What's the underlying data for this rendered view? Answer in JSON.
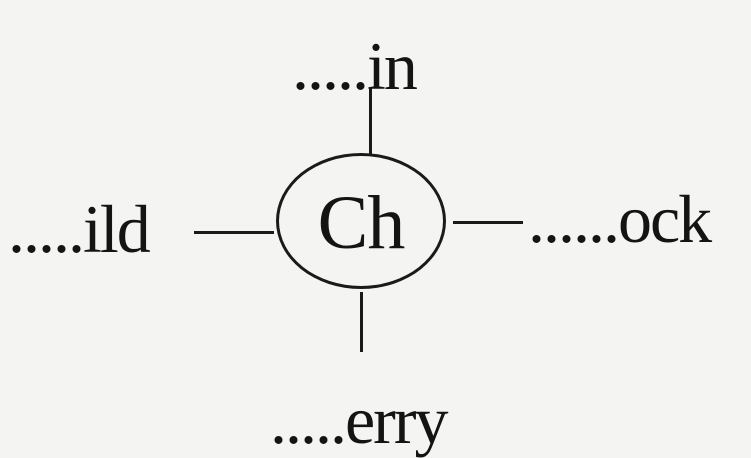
{
  "center": {
    "letters": "Ch"
  },
  "words": {
    "top": ".....in",
    "left": ".....ild",
    "right": "......ock",
    "bottom": ".....erry"
  }
}
